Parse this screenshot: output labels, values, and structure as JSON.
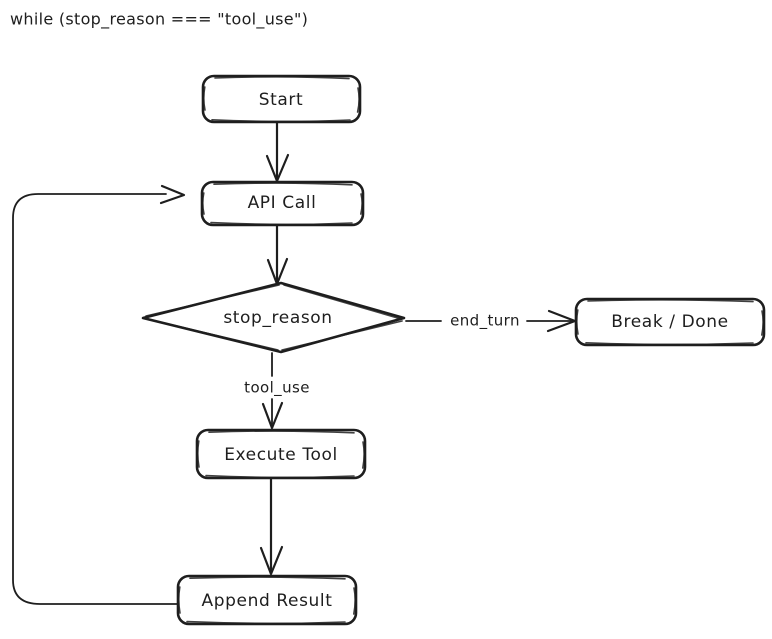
{
  "diagram": {
    "title": "while (stop_reason === \"tool_use\")",
    "background_color": "#ffffff",
    "stroke_color": "#1e1e1e",
    "style": "hand-drawn",
    "nodes": [
      {
        "id": "start",
        "label": "Start",
        "shape": "rounded-rectangle"
      },
      {
        "id": "api_call",
        "label": "API Call",
        "shape": "rounded-rectangle"
      },
      {
        "id": "stop_reason",
        "label": "stop_reason",
        "shape": "diamond"
      },
      {
        "id": "break_done",
        "label": "Break / Done",
        "shape": "rounded-rectangle"
      },
      {
        "id": "execute_tool",
        "label": "Execute Tool",
        "shape": "rounded-rectangle"
      },
      {
        "id": "append_result",
        "label": "Append Result",
        "shape": "rounded-rectangle"
      }
    ],
    "edges": [
      {
        "from": "start",
        "to": "api_call",
        "label": ""
      },
      {
        "from": "api_call",
        "to": "stop_reason",
        "label": ""
      },
      {
        "from": "stop_reason",
        "to": "break_done",
        "label": "end_turn"
      },
      {
        "from": "stop_reason",
        "to": "execute_tool",
        "label": "tool_use"
      },
      {
        "from": "execute_tool",
        "to": "append_result",
        "label": ""
      },
      {
        "from": "append_result",
        "to": "api_call",
        "label": ""
      }
    ]
  }
}
